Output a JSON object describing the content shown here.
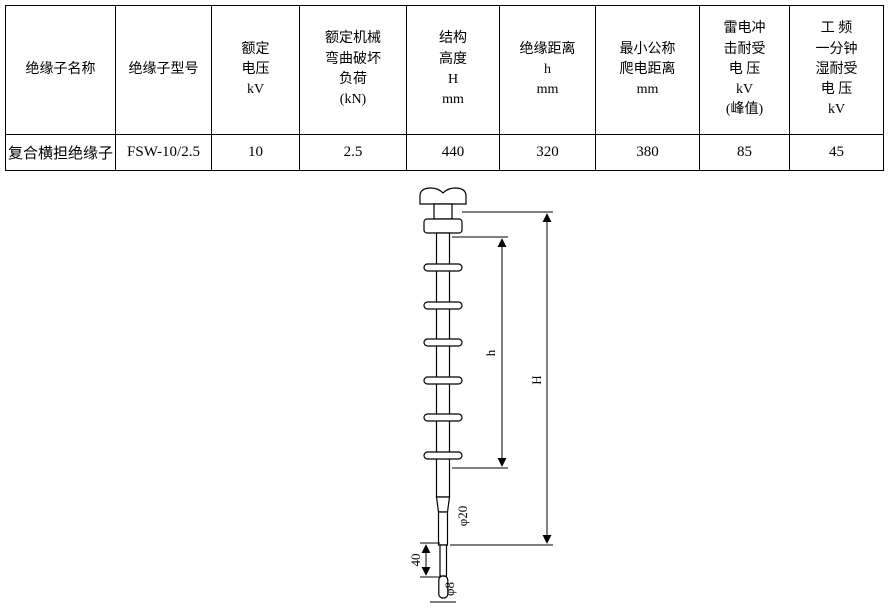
{
  "table": {
    "headers": [
      "绝缘子名称",
      "绝缘子型号",
      "额定\n电压\nkV",
      "额定机械\n弯曲破坏\n负荷\n(kN)",
      "结构\n高度\nH\nmm",
      "绝缘距离\nh\nmm",
      "最小公称\n爬电距离\nmm",
      "雷电冲\n击耐受\n电 压\nkV\n(峰值)",
      "工 频\n一分钟\n湿耐受\n电 压\nkV"
    ],
    "row": [
      "复合横担绝缘子",
      "FSW-10/2.5",
      "10",
      "2.5",
      "440",
      "320",
      "380",
      "85",
      "45"
    ]
  },
  "drawing": {
    "labels": {
      "h": "h",
      "H": "H",
      "dia20": "φ20",
      "len40": "40",
      "dia8": "φ8"
    }
  }
}
